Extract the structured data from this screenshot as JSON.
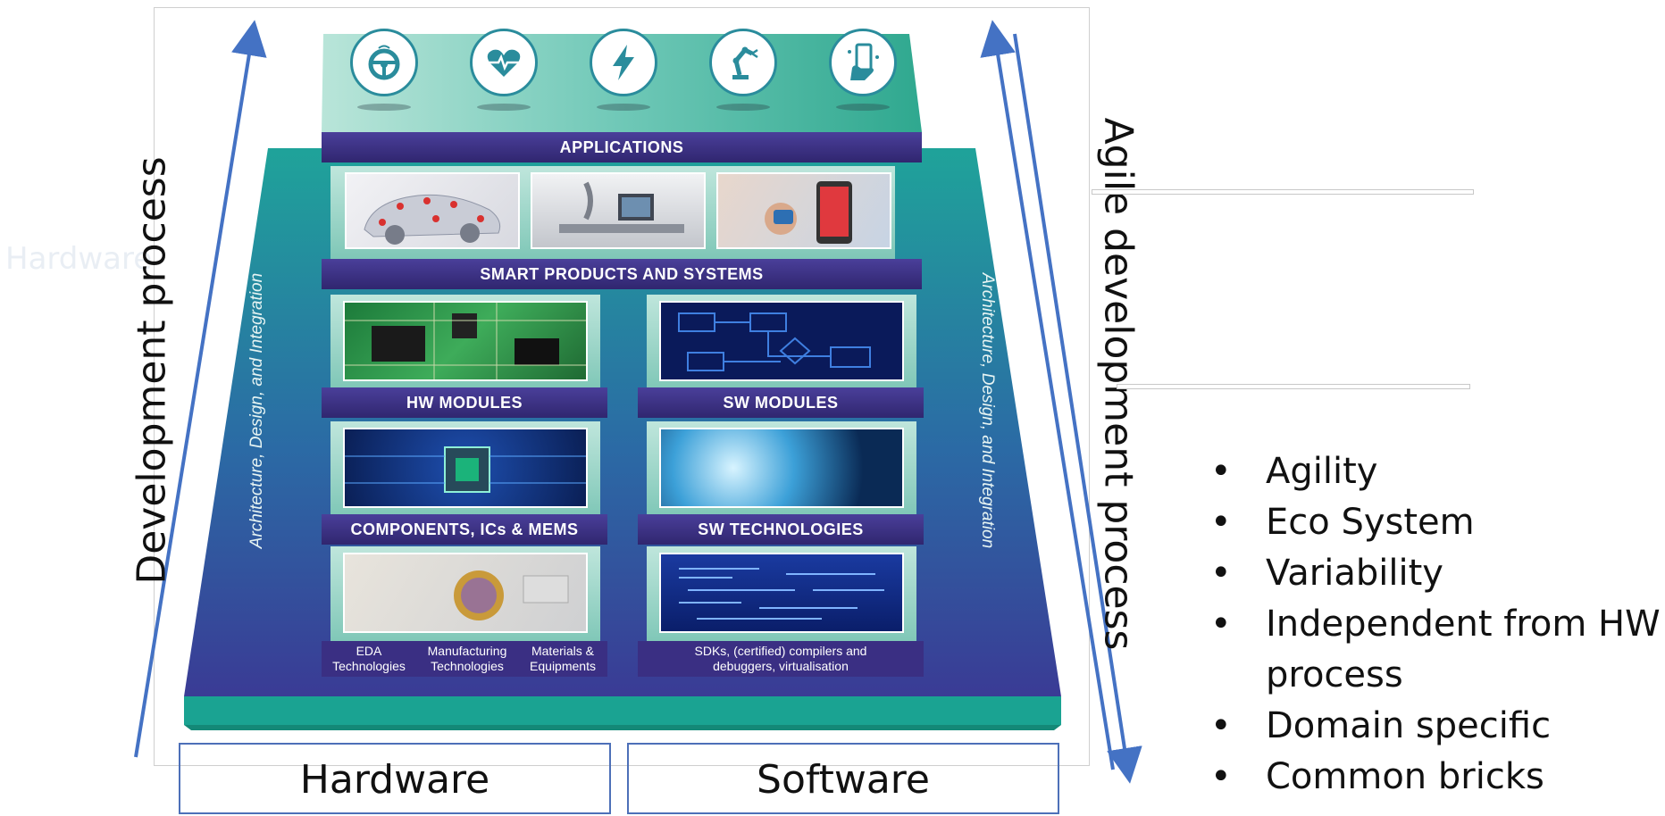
{
  "faint_label": "Hardware",
  "left_vertical_label": "Development process",
  "right_vertical_label": "Agile development process",
  "side_label_left": "Architecture, Design, and Integration",
  "side_label_right": "Architecture, Design, and Integration",
  "applications": {
    "label": "APPLICATIONS",
    "icons": [
      "steering-wheel-icon",
      "heart-pulse-icon",
      "lightning-icon",
      "robot-arm-icon",
      "smartphone-hand-icon"
    ]
  },
  "smart_products": {
    "label": "SMART PRODUCTS AND SYSTEMS"
  },
  "hw_modules": {
    "label": "HW MODULES"
  },
  "sw_modules": {
    "label": "SW MODULES"
  },
  "components": {
    "label": "COMPONENTS, ICs & MEMS"
  },
  "sw_technologies": {
    "label": "SW TECHNOLOGIES"
  },
  "hw_base": {
    "items": [
      {
        "line1": "EDA",
        "line2": "Technologies"
      },
      {
        "line1": "Manufacturing",
        "line2": "Technologies"
      },
      {
        "line1": "Materials &",
        "line2": "Equipments"
      }
    ]
  },
  "sw_base": {
    "line1": "SDKs, (certified) compilers and",
    "line2": "debuggers, virtualisation"
  },
  "bottom_boxes": {
    "hardware": "Hardware",
    "software": "Software"
  },
  "bullets": [
    "Agility",
    "Eco System",
    "Variability",
    "Independent from HW",
    "process",
    "Domain specific",
    "Common bricks"
  ],
  "colors": {
    "arrow": "#4472c4",
    "band": "#3a2f83",
    "teal": "#1aa392",
    "pyramid_top": "#1fa39a",
    "pyramid_bottom": "#3a3b95"
  }
}
